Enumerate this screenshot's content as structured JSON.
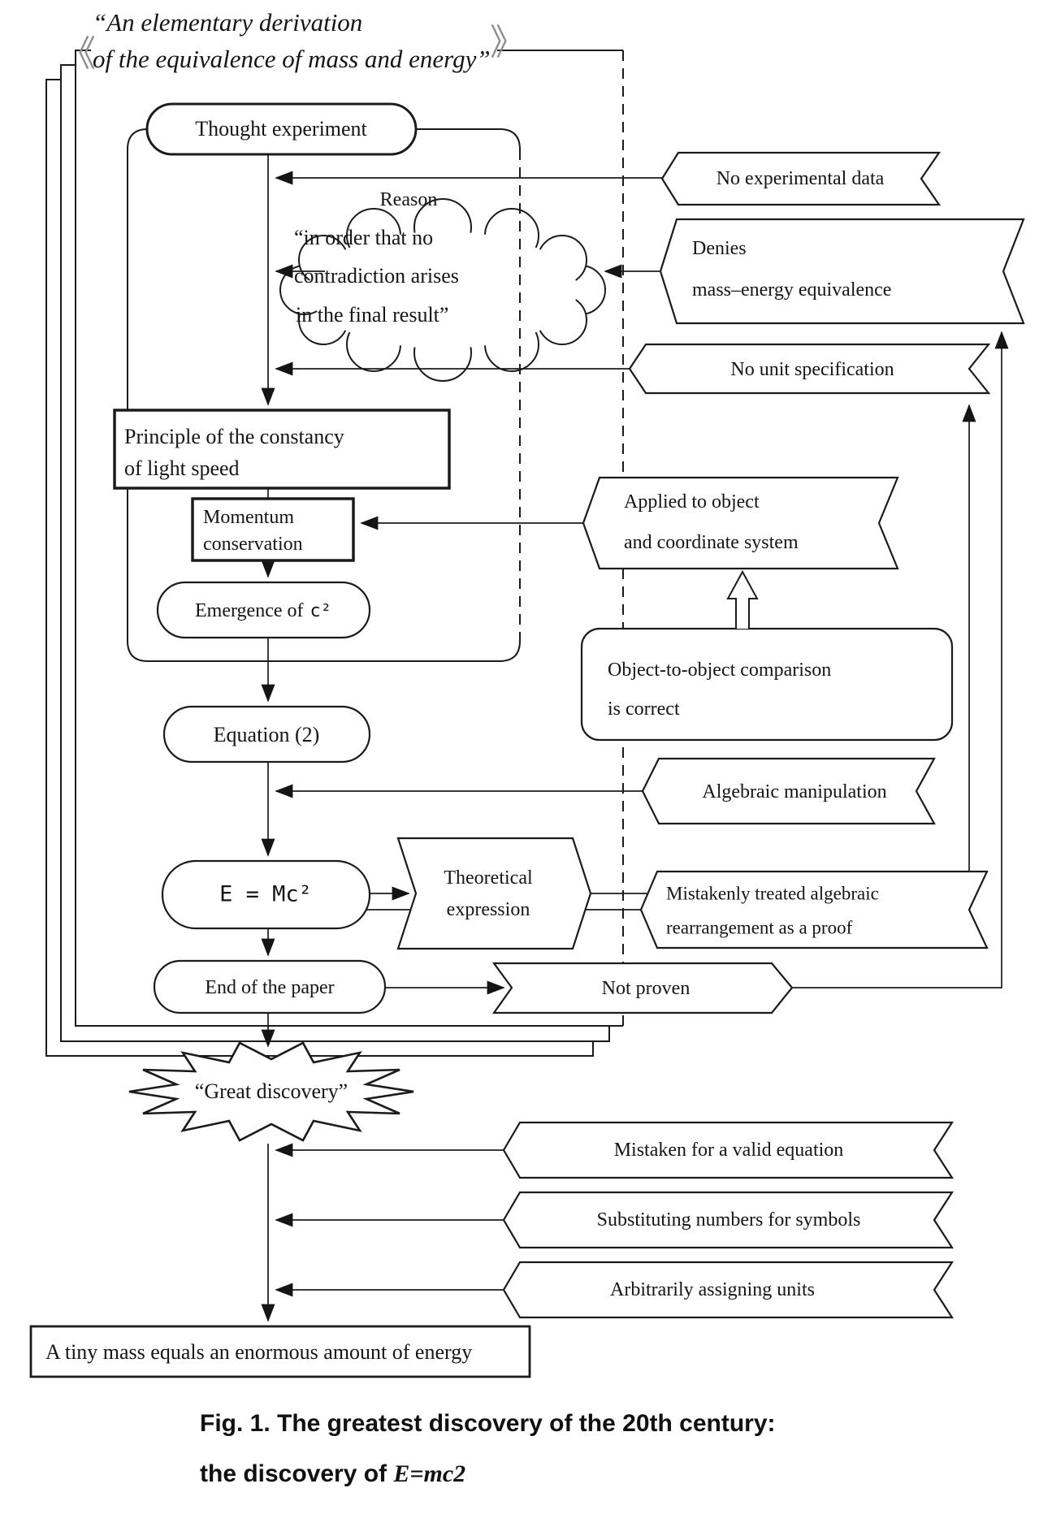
{
  "title": {
    "line1": "“An elementary derivation",
    "line2": "of the equivalence of mass and energy”",
    "mark_open": "《",
    "mark_close": "》"
  },
  "flow": {
    "thought_experiment": "Thought experiment",
    "reason_label": "Reason",
    "cloud": [
      "“in order that no",
      "contradiction arises",
      "in the final result”"
    ],
    "principle": [
      "Principle of the constancy",
      "of light speed"
    ],
    "momentum": [
      "Momentum",
      "conservation"
    ],
    "emergence_prefix": "Emergence of",
    "emergence_symbol": "c²",
    "equation2": "Equation (2)",
    "emc2": "E = Mc²",
    "end_paper": "End of the paper",
    "great_discovery": "“Great discovery”",
    "conclusion": "A tiny mass equals an enormous amount of energy"
  },
  "callouts": {
    "no_experimental_data": "No experimental data",
    "denies": [
      "Denies",
      "mass–energy equivalence"
    ],
    "no_unit": "No unit specification",
    "applied": [
      "Applied to object",
      "and coordinate system"
    ],
    "object_comparison": [
      "Object-to-object comparison",
      "is correct"
    ],
    "algebraic": "Algebraic manipulation",
    "theoretical": [
      "Theoretical",
      "expression"
    ],
    "mistakenly": [
      "Mistakenly treated algebraic",
      "rearrangement as a proof"
    ],
    "not_proven": "Not proven",
    "mistaken_valid": "Mistaken for a valid equation",
    "substituting": "Substituting numbers for symbols",
    "arbitrarily": "Arbitrarily assigning units"
  },
  "caption": {
    "line1": "Fig. 1. The greatest discovery of the 20th century:",
    "line2_prefix": "the discovery of ",
    "line2_formula": "E=mc2"
  }
}
